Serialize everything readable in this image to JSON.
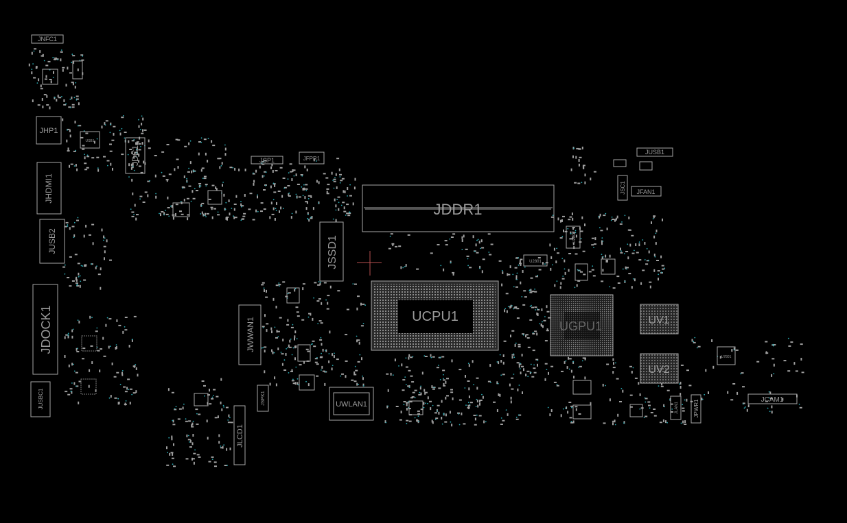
{
  "theme": {
    "background": "#000000",
    "outline": "#a8a8a8",
    "text": "#9a9a9a",
    "via": "#2aa9b3"
  },
  "components": {
    "jnfc1": "JNFC1",
    "jhp1": "JHP1",
    "usb1": "USB1",
    "jdc1": "JDC1",
    "jhdmi1": "JHDMI1",
    "jusb2": "JUSB2",
    "jdock1": "JDOCK1",
    "jusbc1": "JUSBC1",
    "jcp1": "JCP1",
    "jfpr1": "JFPR1",
    "jddr1": "JDDR1",
    "jssd1": "JSSD1",
    "jwwan1": "JWWAN1",
    "ucpu1": "UCPU1",
    "ugpu1": "UGPU1",
    "uv1": "UV1",
    "uv2": "UV2",
    "uwlan1": "UWLAN1",
    "jspk1": "JSPK1",
    "jlcd1": "JLCD1",
    "u2802": "U2802",
    "u2801": "U2801",
    "jusb1": "JUSB1",
    "jfan1": "JFAN1",
    "jsc1": "JSC1",
    "jcam1": "JCAM1",
    "jpwr1": "JPWR1",
    "jlan1": "JLAN1",
    "u7801": "U7801"
  }
}
